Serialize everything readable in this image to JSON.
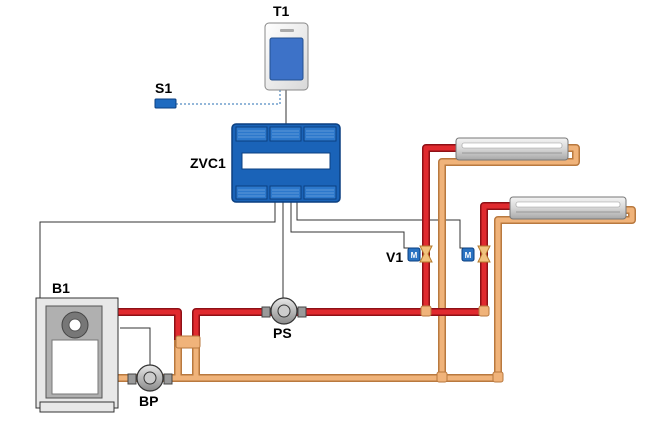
{
  "labels": {
    "thermostat": "T1",
    "sensor": "S1",
    "controller": "ZVC1",
    "valve": "V1",
    "boiler": "B1",
    "system_pump": "PS",
    "boiler_pump": "BP",
    "motor_mark": "M"
  },
  "colors": {
    "supply": "#d01d24",
    "return": "#e8a060",
    "controller": "#1a63b8",
    "controller_dark": "#0b3f80",
    "wire": "#333333",
    "sensor_wire": "#2a6fb3",
    "thermostat_screen": "#3d72c8",
    "boiler_body": "#e8e8e8"
  }
}
